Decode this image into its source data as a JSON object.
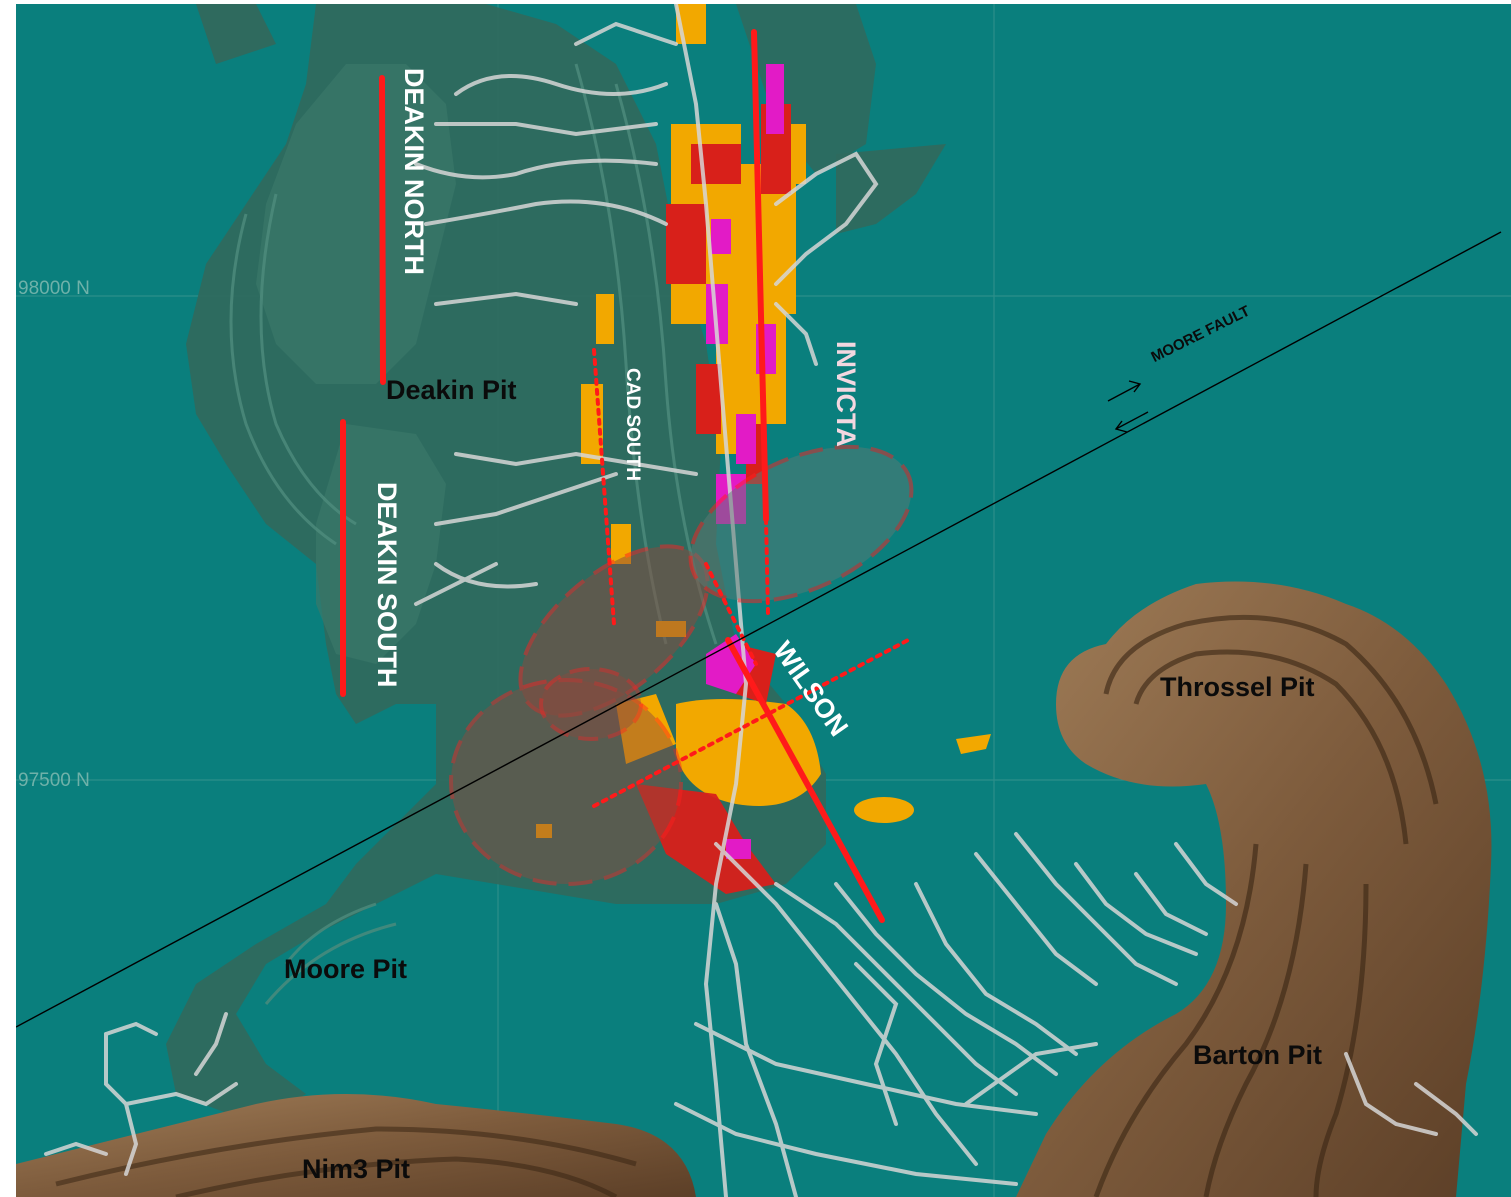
{
  "map": {
    "grid_labels": [
      "98000 N",
      "97500 N"
    ],
    "pits": [
      "Deakin Pit",
      "Throssel Pit",
      "Moore Pit",
      "Barton Pit",
      "Nim3 Pit"
    ],
    "lodes": {
      "deakin_north": "DEAKIN NORTH",
      "deakin_south": "DEAKIN SOUTH",
      "cad_south": "CAD SOUTH",
      "invicta": "INVICTA",
      "wilson": "WILSON"
    },
    "fault": "MOORE FAULT"
  },
  "colors": {
    "background": "#0a7f7d",
    "pit_green": "#2f6a5e",
    "pit_brown": "#8a6a48",
    "structure_red": "#ff1a1a",
    "ore_orange": "#f2a800",
    "ore_magenta": "#e21bc6",
    "workings": "#d6d6d6"
  },
  "icons": {
    "fault_arrows": "sinistral-shear-arrows-icon"
  }
}
